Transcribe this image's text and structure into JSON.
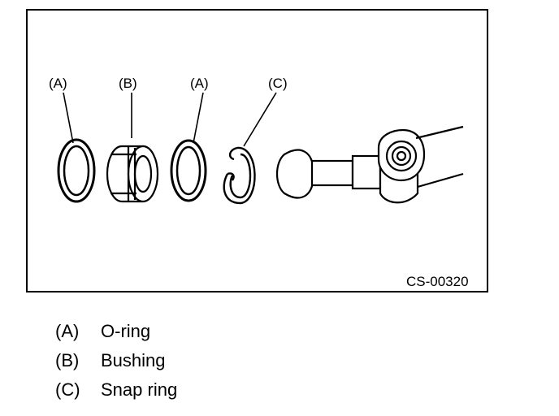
{
  "figure": {
    "figure_id": "CS-00320",
    "callouts": [
      {
        "key": "A",
        "label": "(A)"
      },
      {
        "key": "B",
        "label": "(B)"
      },
      {
        "key": "A",
        "label": "(A)"
      },
      {
        "key": "C",
        "label": "(C)"
      }
    ]
  },
  "legend": {
    "items": [
      {
        "key": "(A)",
        "text": "O-ring"
      },
      {
        "key": "(B)",
        "text": "Bushing"
      },
      {
        "key": "(C)",
        "text": "Snap ring"
      }
    ]
  }
}
